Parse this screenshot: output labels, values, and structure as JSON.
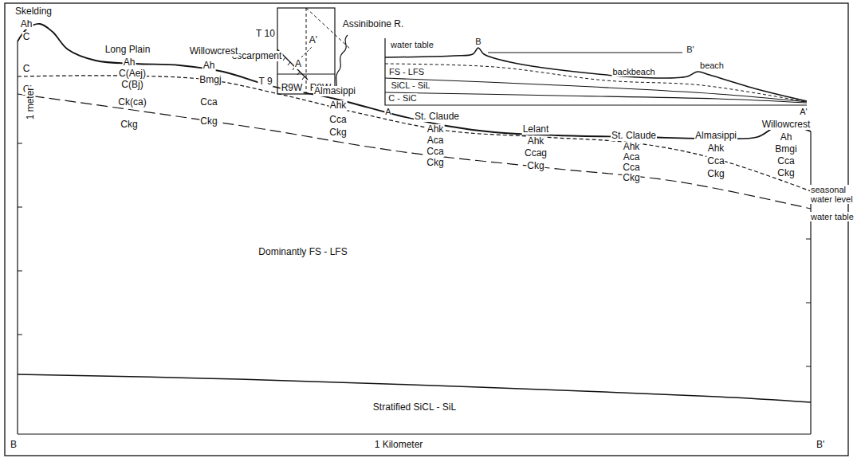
{
  "diagram": {
    "labels": [
      "T 10",
      "A'",
      "escarpment",
      "A",
      "T 9",
      "R9W",
      "R8W",
      "Assiniboine R.",
      "water table",
      "B",
      "B'",
      "FS - LFS",
      "backbeach",
      "beach",
      "SiCL - SiL",
      "C - SiC",
      "A",
      "A'",
      "Skelding",
      "Ah",
      "C",
      "C",
      "Ck",
      "Long Plain",
      "Ah",
      "C(Aej)",
      "C(Bj)",
      "Ck(ca)",
      "Ckg",
      "Willowcrest",
      "Ah",
      "Bmgj",
      "Cca",
      "Ckg",
      "Almasippi",
      "Ahk",
      "Cca",
      "Ckg",
      "St. Claude",
      "Ahk",
      "Aca",
      "Cca",
      "Ckg",
      "Lelant",
      "Ahk",
      "Ccag",
      "Ckg",
      "St. Claude",
      "Ahk",
      "Aca",
      "Cca",
      "Ckg",
      "Almasippi",
      "Ahk",
      "Cca",
      "Ckg",
      "Willowcrest",
      "Ah",
      "Bmgi",
      "Cca",
      "Ckg",
      "seasonal water level",
      "water table",
      "Dominantly FS - LFS",
      "Stratified SiCL - SiL",
      "1 meter",
      "1 Kilometer",
      "B",
      "B'"
    ]
  }
}
